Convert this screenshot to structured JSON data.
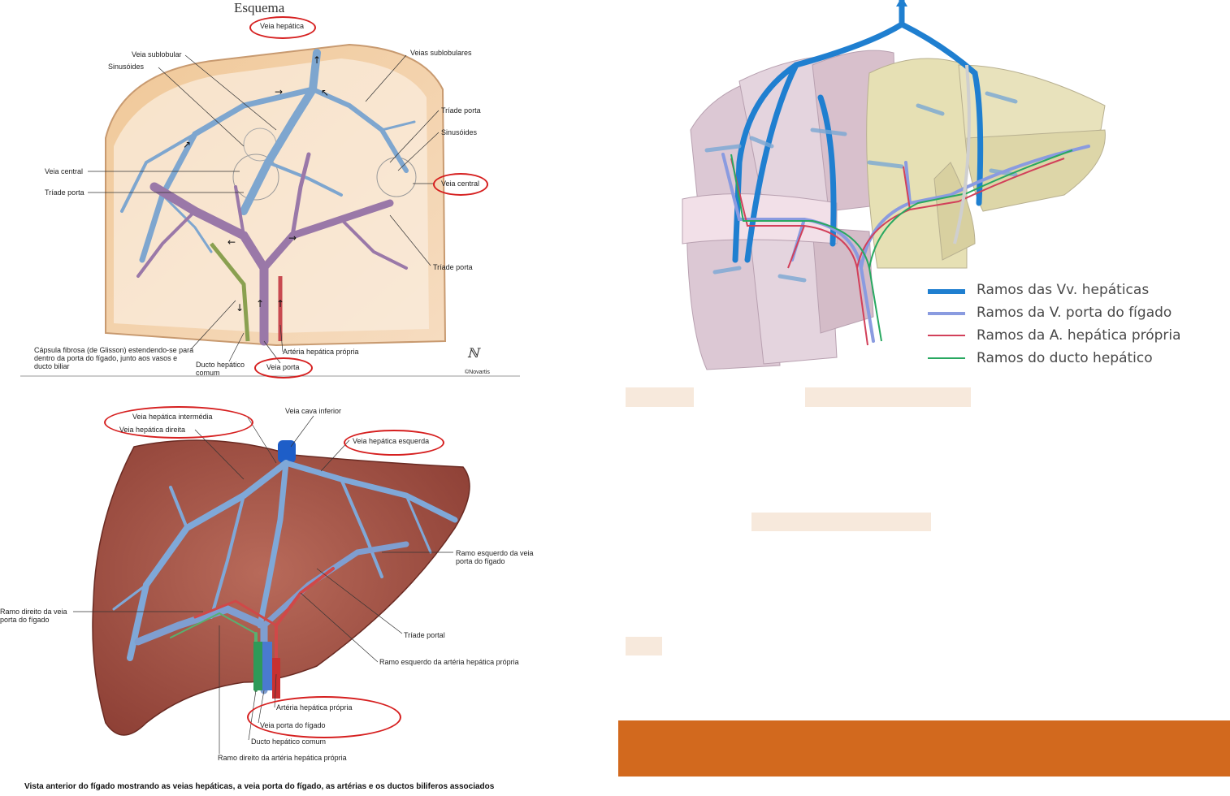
{
  "top_left": {
    "title": "Esquema",
    "labels": {
      "veia_hepatica": "Veia hepática",
      "veia_sublobular": "Veia sublobular",
      "sinusoides_left": "Sinusóides",
      "veias_sublobulares": "Veias sublobulares",
      "triade_porta_r1": "Tríade porta",
      "sinusoides_right": "Sinusóides",
      "veia_central_left": "Veia central",
      "triade_porta_left": "Tríade porta",
      "veia_central_right": "Veia central",
      "triade_porta_r2": "Tríade porta",
      "capsula": "Cápsula fibrosa (de Glisson) estendendo-se para dentro da porta do fígado, junto aos vasos e ducto biliar",
      "arteria": "Artéria hepática própria",
      "ducto": "Ducto hepático comum",
      "veia_porta": "Veia porta",
      "signature": "©Novartis"
    }
  },
  "bottom_left": {
    "labels": {
      "veia_intermedia": "Veia hepática intermédia",
      "veia_direita": "Veia hepática direita",
      "veia_cava": "Veia cava inferior",
      "veia_esquerda": "Veia hepática esquerda",
      "ramo_esquerdo_porta": "Ramo esquerdo da veia porta do fígado",
      "ramo_direito_porta": "Ramo direito da veia porta do fígado",
      "triade_portal": "Tríade portal",
      "ramo_esquerdo_arteria": "Ramo esquerdo da artéria hepática própria",
      "arteria_propria": "Artéria hepática própria",
      "veia_porta_figado": "Veia porta do fígado",
      "ducto_comum": "Ducto hepático comum",
      "ramo_direito_arteria": "Ramo direito da artéria hepática própria"
    },
    "caption": "Vista anterior do fígado mostrando as veias hepáticas, a veia porta do fígado, as artérias e os ductos biliferos associados"
  },
  "right": {
    "legend": [
      {
        "label": "Ramos das Vv. hepáticas",
        "color": "#1f7fd0"
      },
      {
        "label": "Ramos da V. porta do fígado",
        "color": "#8a9be0"
      },
      {
        "label": "Ramos da A. hepática própria",
        "color": "#d2405a"
      },
      {
        "label": "Ramos do ducto hepático",
        "color": "#28a860"
      }
    ],
    "bar_color": "#d2691e",
    "highlight_color": "#f7e9dc"
  }
}
